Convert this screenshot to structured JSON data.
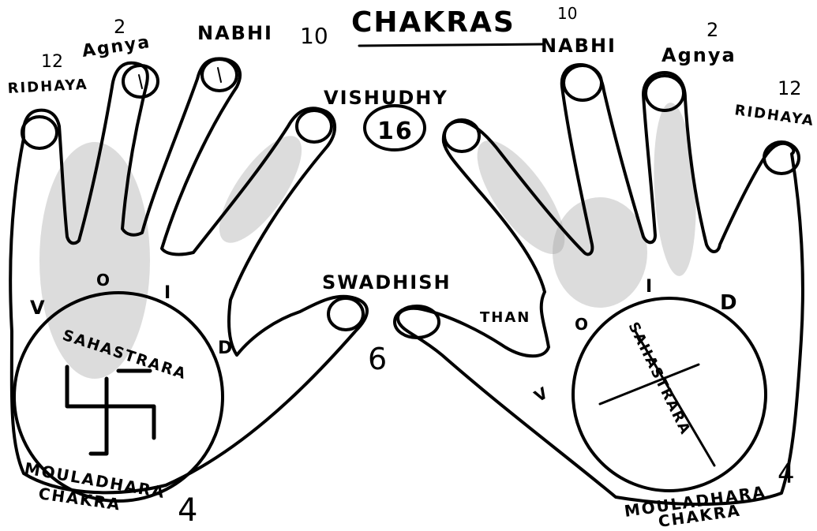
{
  "title": "CHAKRAS",
  "center": {
    "vishudhy_label": "VISHUDHY",
    "vishudhy_number": "16",
    "swadhish_label": "SWADHISH",
    "than_label": "THAN",
    "swadhish_number": "6"
  },
  "left_hand": {
    "ridhaya_label": "RIDHAYA",
    "ridhaya_number": "12",
    "agnya_label": "Agnya",
    "agnya_number": "2",
    "nabhi_label": "NABHI",
    "nabhi_number": "10",
    "void_letters": [
      "V",
      "O",
      "I",
      "D"
    ],
    "sahastrara_label": "SAHASTRARA",
    "mouladhara_label": "MOULADHARA",
    "chakra_label": "CHAKRA",
    "mouladhara_number": "4",
    "circle_symbol": "swastika"
  },
  "right_hand": {
    "nabhi_number": "10",
    "nabhi_label": "NABHI",
    "agnya_number": "2",
    "agnya_label": "Agnya",
    "ridhaya_number": "12",
    "ridhaya_label": "RIDHAYA",
    "void_letters": [
      "V",
      "O",
      "I",
      "D"
    ],
    "sahastrara_label": "SAHASTRARA",
    "mouladhara_label": "MOULADHARA",
    "chakra_label": "CHAKRA",
    "mouladhara_number": "4",
    "circle_symbol": "cross"
  },
  "colors": {
    "ink": "#000000",
    "background": "#ffffff",
    "shading": "#9a9a9a"
  }
}
